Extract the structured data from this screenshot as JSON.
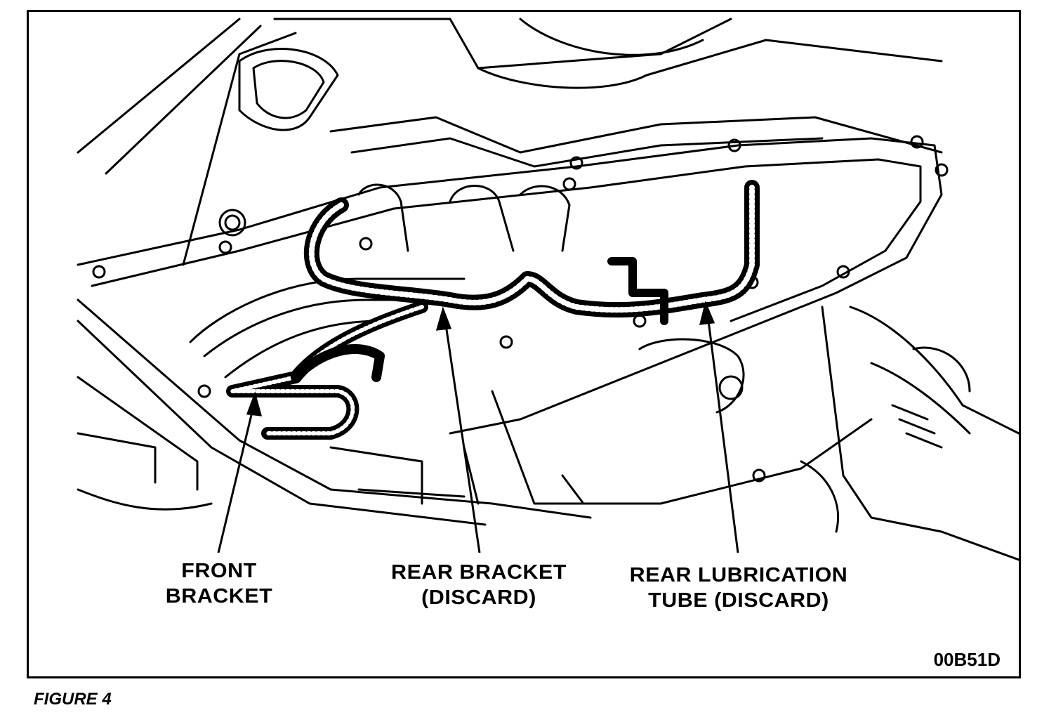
{
  "labels": {
    "front_bracket": [
      "FRONT",
      "BRACKET"
    ],
    "rear_bracket": [
      "REAR BRACKET",
      "(DISCARD)"
    ],
    "rear_lubrication_tube": [
      "REAR LUBRICATION",
      "TUBE (DISCARD)"
    ]
  },
  "figure_code": "00B51D",
  "figure_caption": "FIGURE 4"
}
